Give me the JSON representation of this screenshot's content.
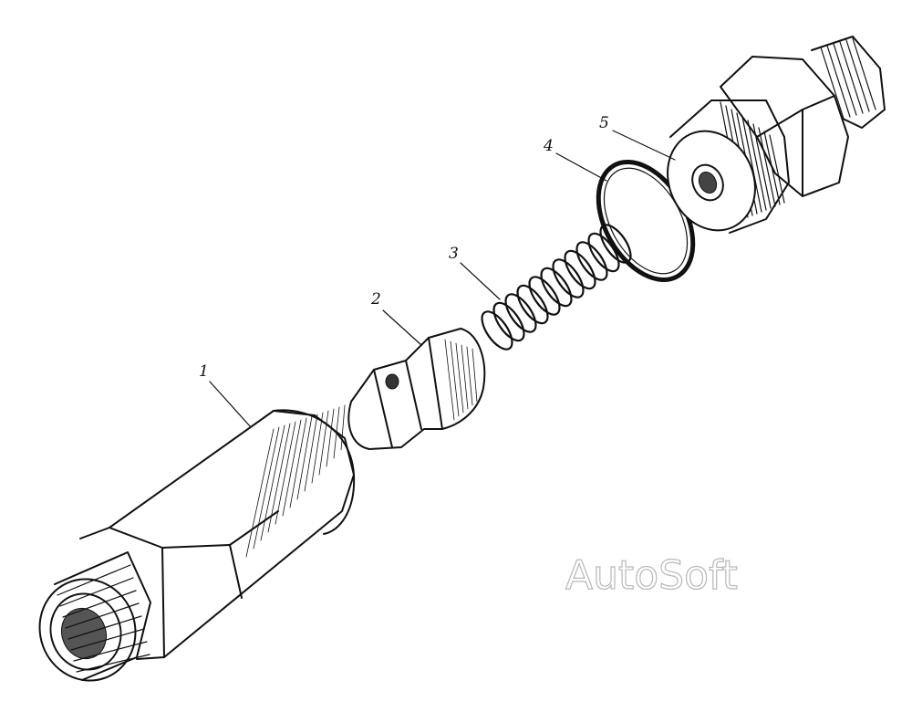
{
  "callouts": {
    "part1": "1",
    "part2": "2",
    "part3": "3",
    "part4": "4",
    "part5": "5"
  },
  "watermark": "AutoSoft",
  "colors": {
    "ink": "#111111",
    "watermark_stroke": "#b8b8b8"
  }
}
